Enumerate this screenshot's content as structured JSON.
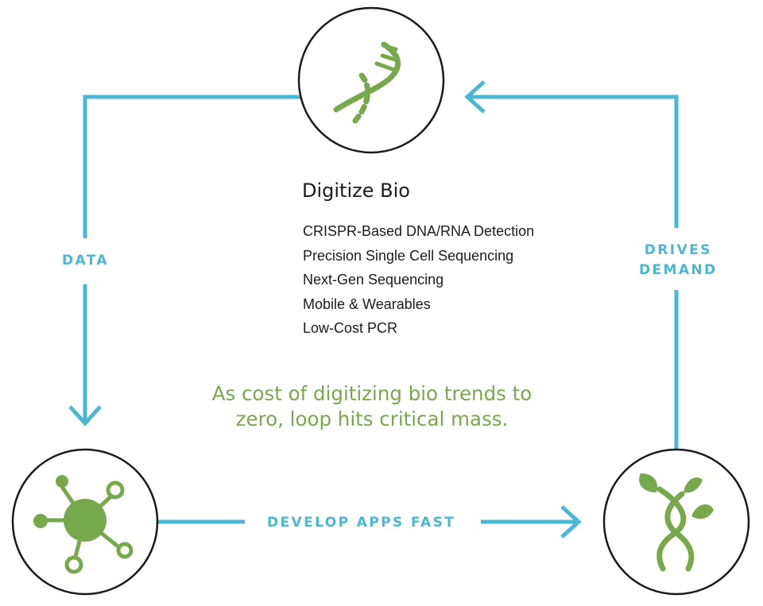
{
  "colors": {
    "flow": "#4ab8d3",
    "accent": "#77a94c",
    "stroke": "#1a1a1a",
    "text": "#1b1b1b"
  },
  "nodes": {
    "digitize": {
      "icon": "dna-helix-icon",
      "title": "Digitize Bio",
      "items": [
        "CRISPR-Based DNA/RNA Detection",
        "Precision Single Cell Sequencing",
        "Next-Gen Sequencing",
        "Mobile & Wearables",
        "Low-Cost PCR"
      ]
    },
    "platform": {
      "icon": "cell-hub-icon"
    },
    "applications": {
      "icon": "helix-sprout-icon"
    }
  },
  "edges": {
    "data": "DATA",
    "develop": "DEVELOP APPS FAST",
    "drives": [
      "DRIVES",
      "DEMAND"
    ]
  },
  "tagline": "As cost of digitizing bio trends to zero, loop hits critical mass."
}
